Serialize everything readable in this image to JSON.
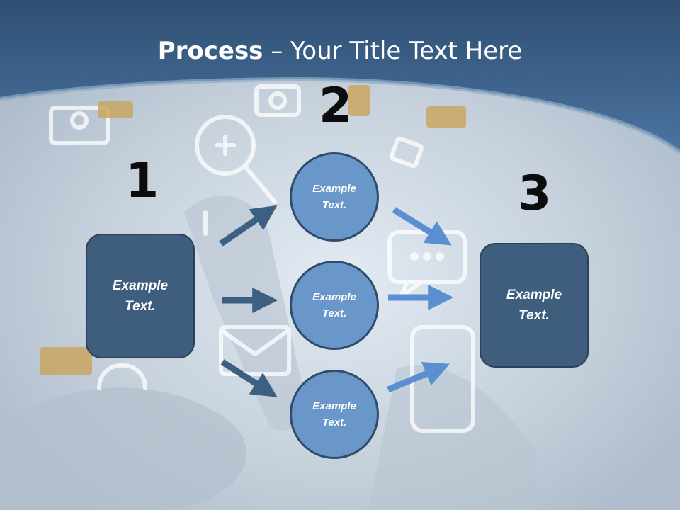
{
  "title": {
    "bold": "Process",
    "rest": " – Your Title Text Here"
  },
  "steps": {
    "one": "1",
    "two": "2",
    "three": "3"
  },
  "boxes": {
    "left": {
      "line1": "Example",
      "line2": "Text."
    },
    "right": {
      "line1": "Example",
      "line2": "Text."
    }
  },
  "circles": [
    {
      "line1": "Example",
      "line2": "Text."
    },
    {
      "line1": "Example",
      "line2": "Text."
    },
    {
      "line1": "Example",
      "line2": "Text."
    }
  ],
  "colors": {
    "header": "#3b6188",
    "box_fill": "#3f5e7e",
    "circle_fill": "#6a97c9",
    "dark_arrow": "#3d5f82",
    "light_arrow": "#5b8fcf"
  },
  "background_icons": [
    "magnifier-plus-icon",
    "chat-bubble-icon",
    "envelope-icon",
    "phone-icon",
    "headset-icon",
    "coin-stack-icon",
    "camera-icon",
    "person-icon",
    "music-note-icon"
  ]
}
